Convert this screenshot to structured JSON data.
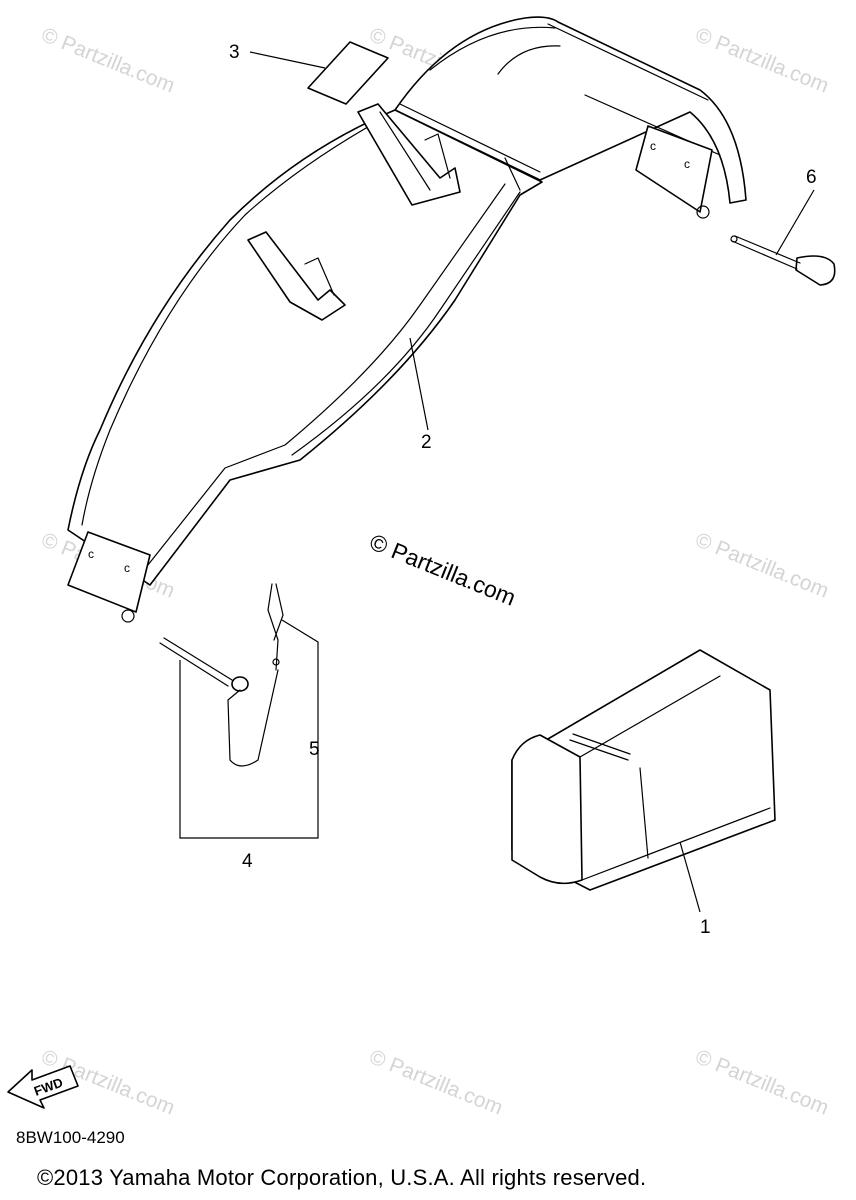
{
  "watermark": {
    "text": "© Partzilla.com",
    "center_text": "© Partzilla.com"
  },
  "callouts": {
    "c1": "1",
    "c2": "2",
    "c3": "3",
    "c4": "4",
    "c5": "5",
    "c6": "6"
  },
  "fwd_label": "FWD",
  "diagram_code": "8BW100-4290",
  "copyright": "©2013 Yamaha Motor Corporation, U.S.A. All rights reserved."
}
